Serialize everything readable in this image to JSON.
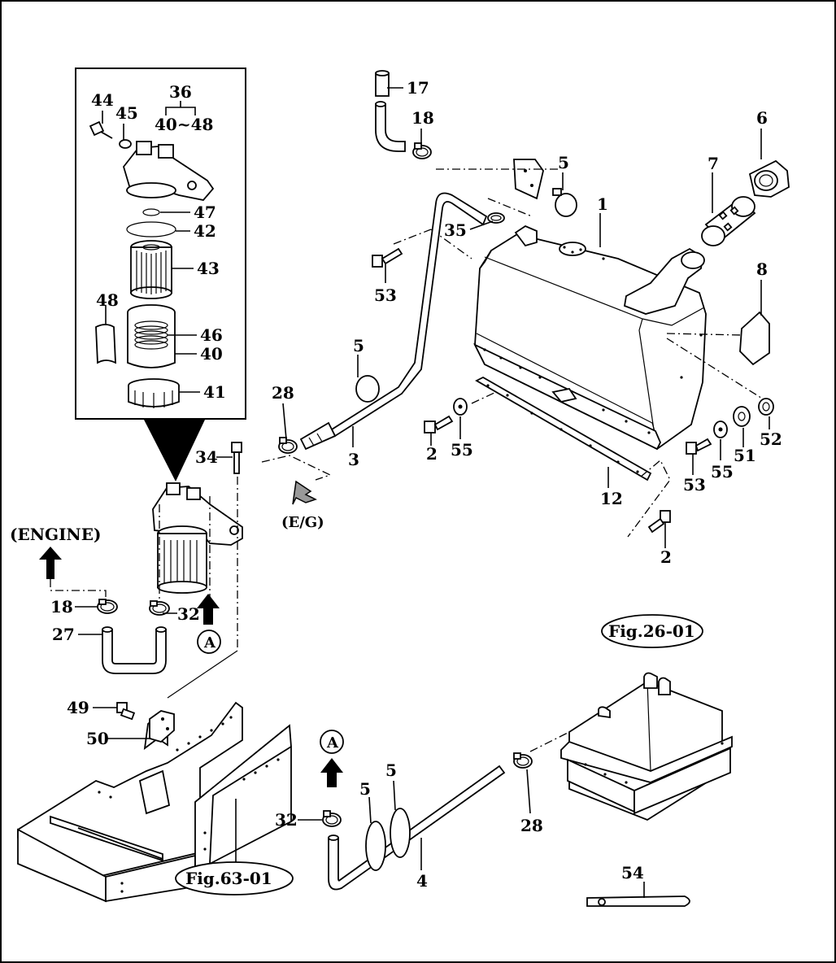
{
  "figure": {
    "callouts": {
      "p1": "1",
      "p2a": "2",
      "p2b": "2",
      "p3": "3",
      "p4": "4",
      "p5a": "5",
      "p5b": "5",
      "p5c": "5",
      "p5d": "5",
      "p6": "6",
      "p7": "7",
      "p8": "8",
      "p12": "12",
      "p17": "17",
      "p18a": "18",
      "p18b": "18",
      "p27": "27",
      "p28a": "28",
      "p28b": "28",
      "p32a": "32",
      "p32b": "32",
      "p34": "34",
      "p35": "35",
      "p36": "36",
      "p36_range": "40~48",
      "p40": "40",
      "p41": "41",
      "p42": "42",
      "p43": "43",
      "p44": "44",
      "p45": "45",
      "p46": "46",
      "p47": "47",
      "p48": "48",
      "p49": "49",
      "p50": "50",
      "p51": "51",
      "p52": "52",
      "p53a": "53",
      "p53b": "53",
      "p54": "54",
      "p55a": "55",
      "p55b": "55"
    },
    "refs": {
      "engine": "(ENGINE)",
      "eg": "(E/G)",
      "view_a1": "A",
      "view_a2": "A",
      "fig_26": "Fig.26-01",
      "fig_63": "Fig.63-01"
    }
  }
}
